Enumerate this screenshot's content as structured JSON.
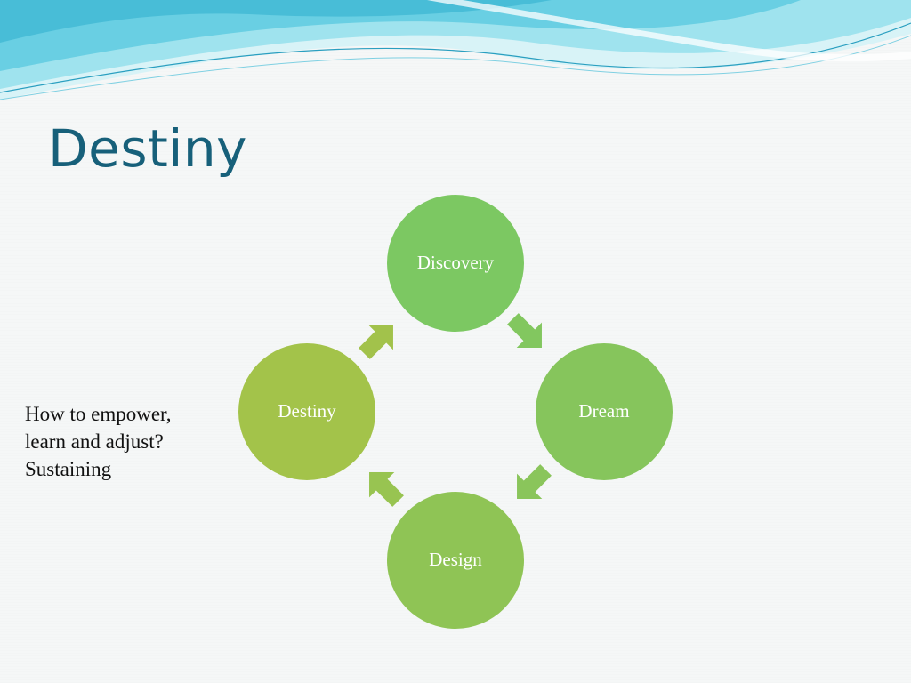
{
  "title": "Destiny",
  "side_text": {
    "lines": [
      "How to empower,",
      "learn and adjust?",
      "Sustaining"
    ]
  },
  "cycle": {
    "nodes": [
      {
        "label": "Discovery",
        "color": "#7cc862"
      },
      {
        "label": "Dream",
        "color": "#86c55c"
      },
      {
        "label": "Design",
        "color": "#8fc455"
      },
      {
        "label": "Destiny",
        "color": "#a3c34a"
      }
    ],
    "arrow_colors": [
      "#82c75f",
      "#8ac55b",
      "#98c451",
      "#a2c24b"
    ]
  },
  "colors": {
    "title": "#17607a",
    "wave_light": "#bfeef5",
    "wave_mid": "#7fd9e8",
    "wave_dark": "#2aa9c9"
  }
}
